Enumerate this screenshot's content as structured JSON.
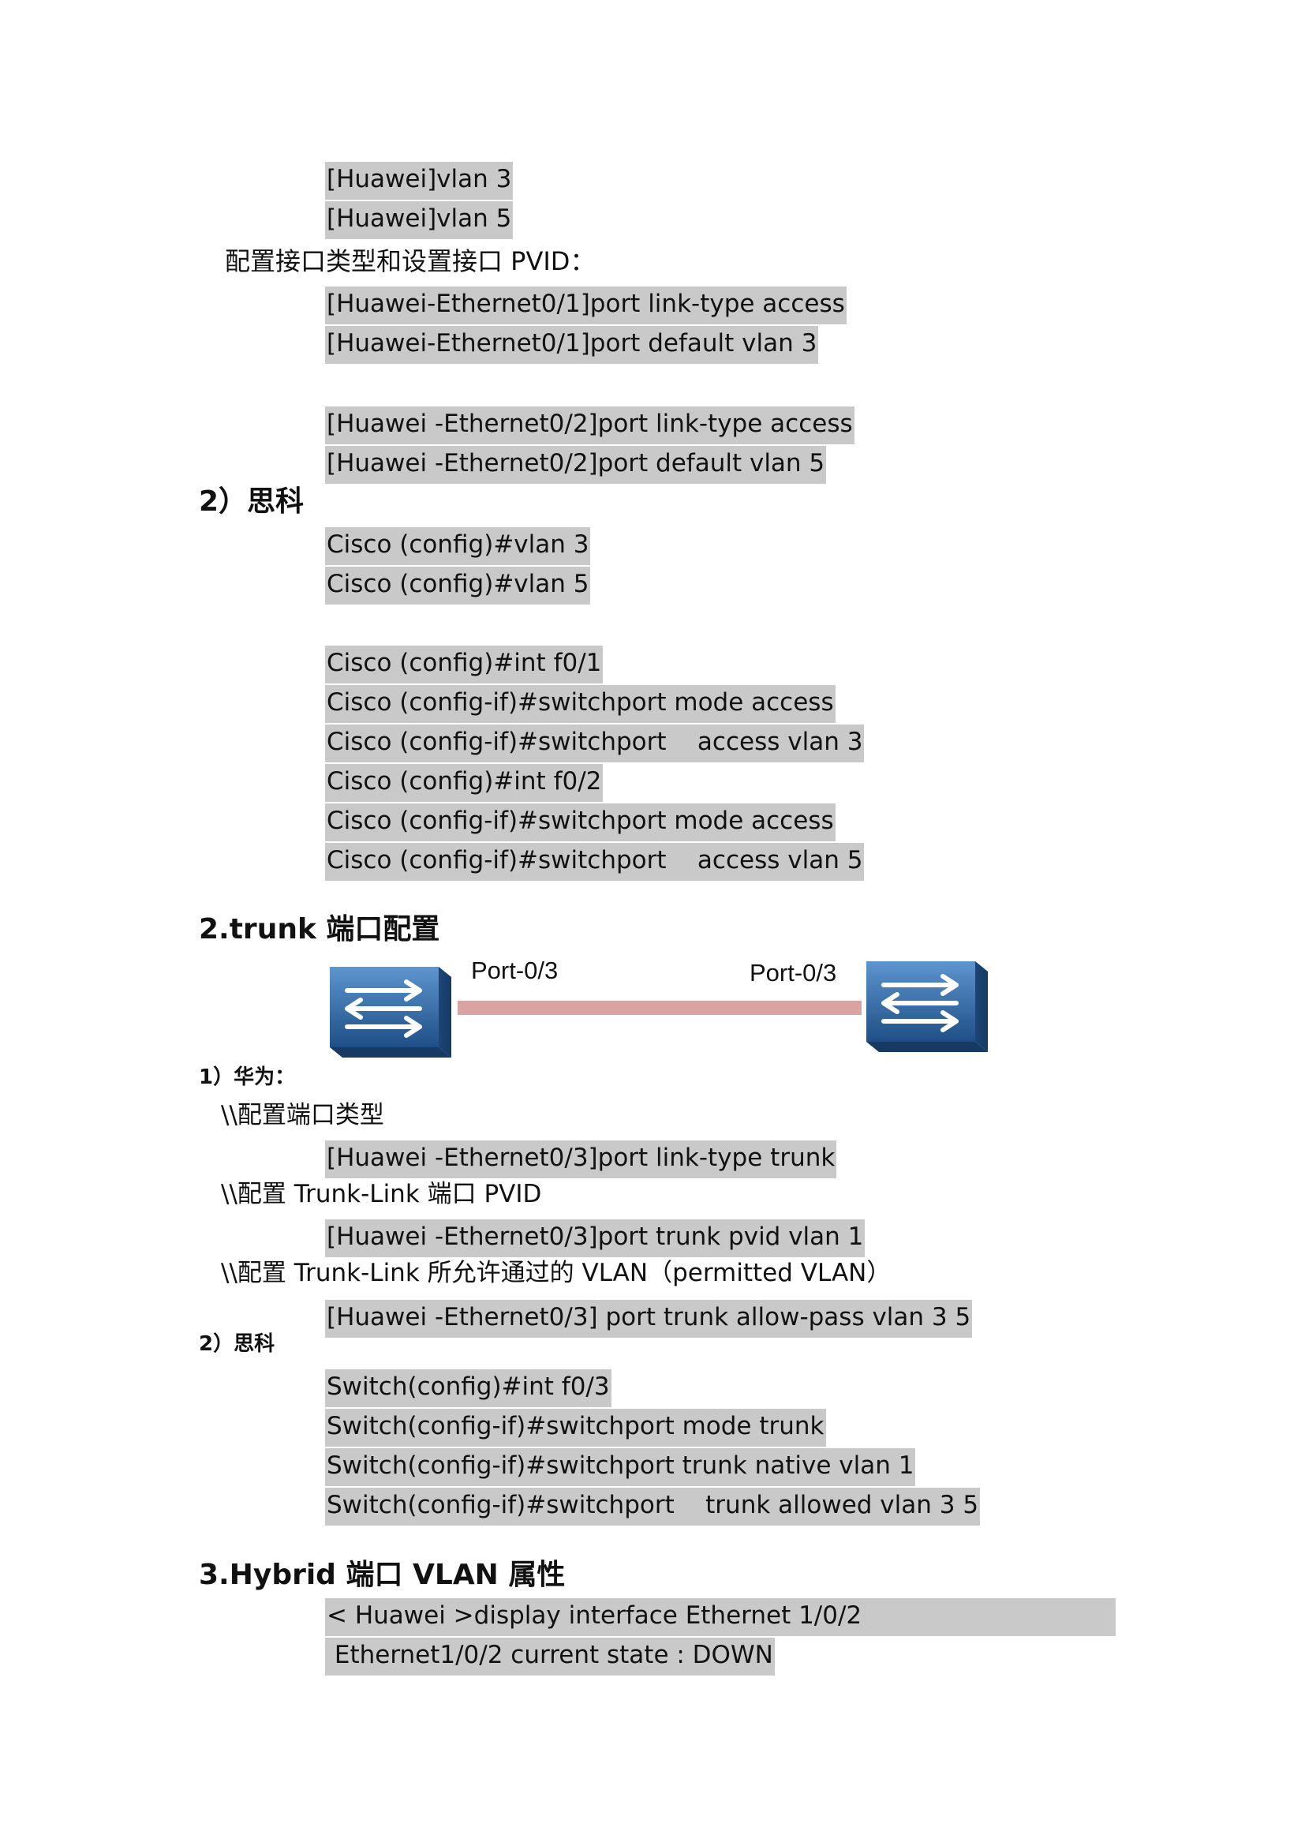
{
  "huawei_vlan": [
    "[Huawei]vlan 3",
    "[Huawei]vlan 5"
  ],
  "huawei_port_heading": "配置接口类型和设置接口 PVID：",
  "huawei_port_e1": [
    "[Huawei-Ethernet0/1]port link-type access",
    "[Huawei-Ethernet0/1]port default vlan 3"
  ],
  "huawei_port_e2": [
    "[Huawei -Ethernet0/2]port link-type access",
    "[Huawei -Ethernet0/2]port default vlan 5"
  ],
  "cisco_heading": "2）思科",
  "cisco_vlan": [
    "Cisco (config)#vlan 3",
    "Cisco (config)#vlan 5"
  ],
  "cisco_int": [
    "Cisco (config)#int f0/1",
    "Cisco (config-if)#switchport mode access",
    "Cisco (config-if)#switchport    access vlan 3",
    "Cisco (config)#int f0/2",
    "Cisco (config-if)#switchport mode access",
    "Cisco (config-if)#switchport    access vlan 5"
  ],
  "trunk_heading": "2.trunk 端口配置",
  "diagram": {
    "port_left": "Port-0/3",
    "port_right": "Port-0/3",
    "switch_icon": "switch-icon",
    "link_color": "#d9a3a3",
    "switch_color": "#2f6aa8"
  },
  "trunk_huawei_heading": "1）华为：",
  "trunk_note1": "\\\\配置端口类型",
  "trunk_cmd1": "[Huawei -Ethernet0/3]port link-type trunk",
  "trunk_note2": "\\\\配置 Trunk-Link 端口 PVID",
  "trunk_cmd2": "[Huawei -Ethernet0/3]port trunk pvid vlan 1",
  "trunk_note3": "\\\\配置 Trunk-Link 所允许通过的 VLAN（permitted VLAN）",
  "trunk_cmd3": "[Huawei -Ethernet0/3] port trunk allow-pass vlan 3 5",
  "trunk_cisco_heading": "2）思科",
  "trunk_cisco": [
    "Switch(config)#int f0/3",
    "Switch(config-if)#switchport mode trunk",
    "Switch(config-if)#switchport trunk native vlan 1",
    "Switch(config-if)#switchport    trunk allowed vlan 3 5"
  ],
  "hybrid_heading": "3.Hybrid 端口 VLAN 属性",
  "hybrid_cmd1": "< Huawei >display interface Ethernet 1/0/2",
  "hybrid_cmd2": " Ethernet1/0/2 current state : DOWN"
}
